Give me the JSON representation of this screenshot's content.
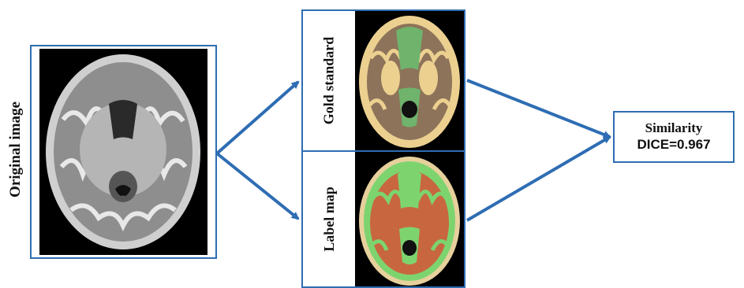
{
  "labels": {
    "original": "Original image",
    "gold": "Gold standard",
    "label_map": "Label map"
  },
  "result": {
    "title": "Similarity",
    "value": "DICE=0.967"
  },
  "colors": {
    "frame": "#2e6db3",
    "arrow": "#2e6db3",
    "gold_brown": "#8d7359",
    "gold_yellow": "#ecd090",
    "gold_green": "#6fb36d",
    "label_orange": "#c8673f",
    "label_green": "#7dd46f",
    "label_tan": "#e6d09c"
  }
}
